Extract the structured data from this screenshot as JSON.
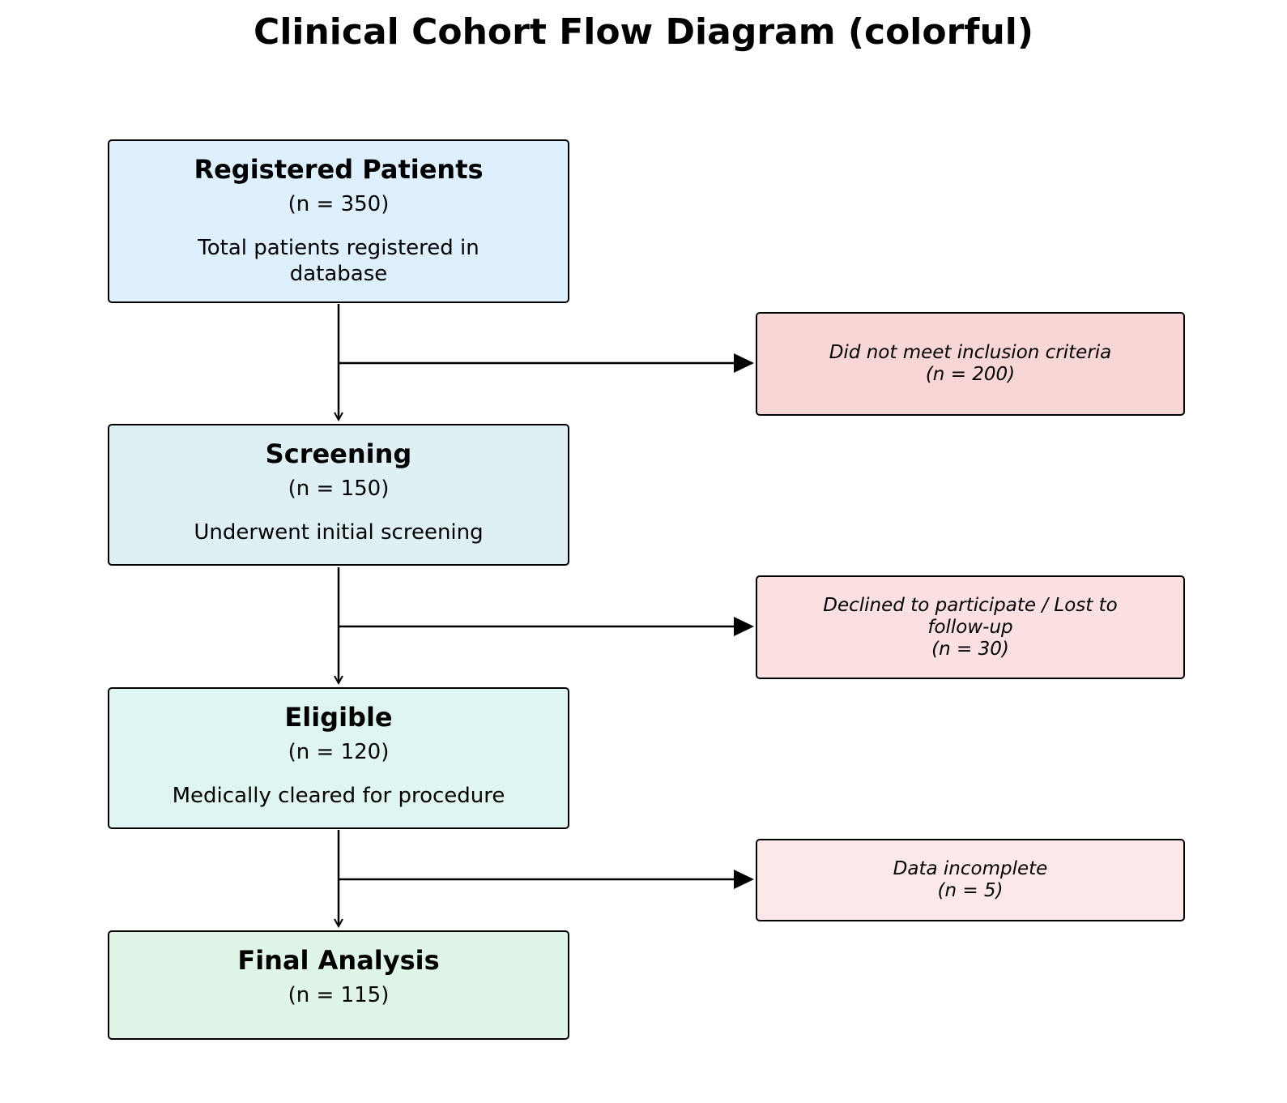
{
  "title": "Clinical Cohort Flow Diagram (colorful)",
  "stages": [
    {
      "title": "Registered Patients",
      "count": "(n = 350)",
      "description": "Total patients registered in database",
      "color": "#def0fe"
    },
    {
      "title": "Screening",
      "count": "(n = 150)",
      "description": "Underwent initial screening",
      "color": "#dff0f5"
    },
    {
      "title": "Eligible",
      "count": "(n = 120)",
      "description": "Medically cleared for procedure",
      "color": "#dff5f1"
    },
    {
      "title": "Final Analysis",
      "count": "(n = 115)",
      "description": "",
      "color": "#dff5e7"
    }
  ],
  "exclusions": [
    {
      "text": "Did not meet inclusion criteria",
      "count": "(n = 200)",
      "color": "#f8d6d6"
    },
    {
      "text": "Declined to participate / Lost to follow-up",
      "count": "(n = 30)",
      "color": "#fbe0e2"
    },
    {
      "text": "Data incomplete",
      "count": "(n = 5)",
      "color": "#fde8e9"
    }
  ]
}
